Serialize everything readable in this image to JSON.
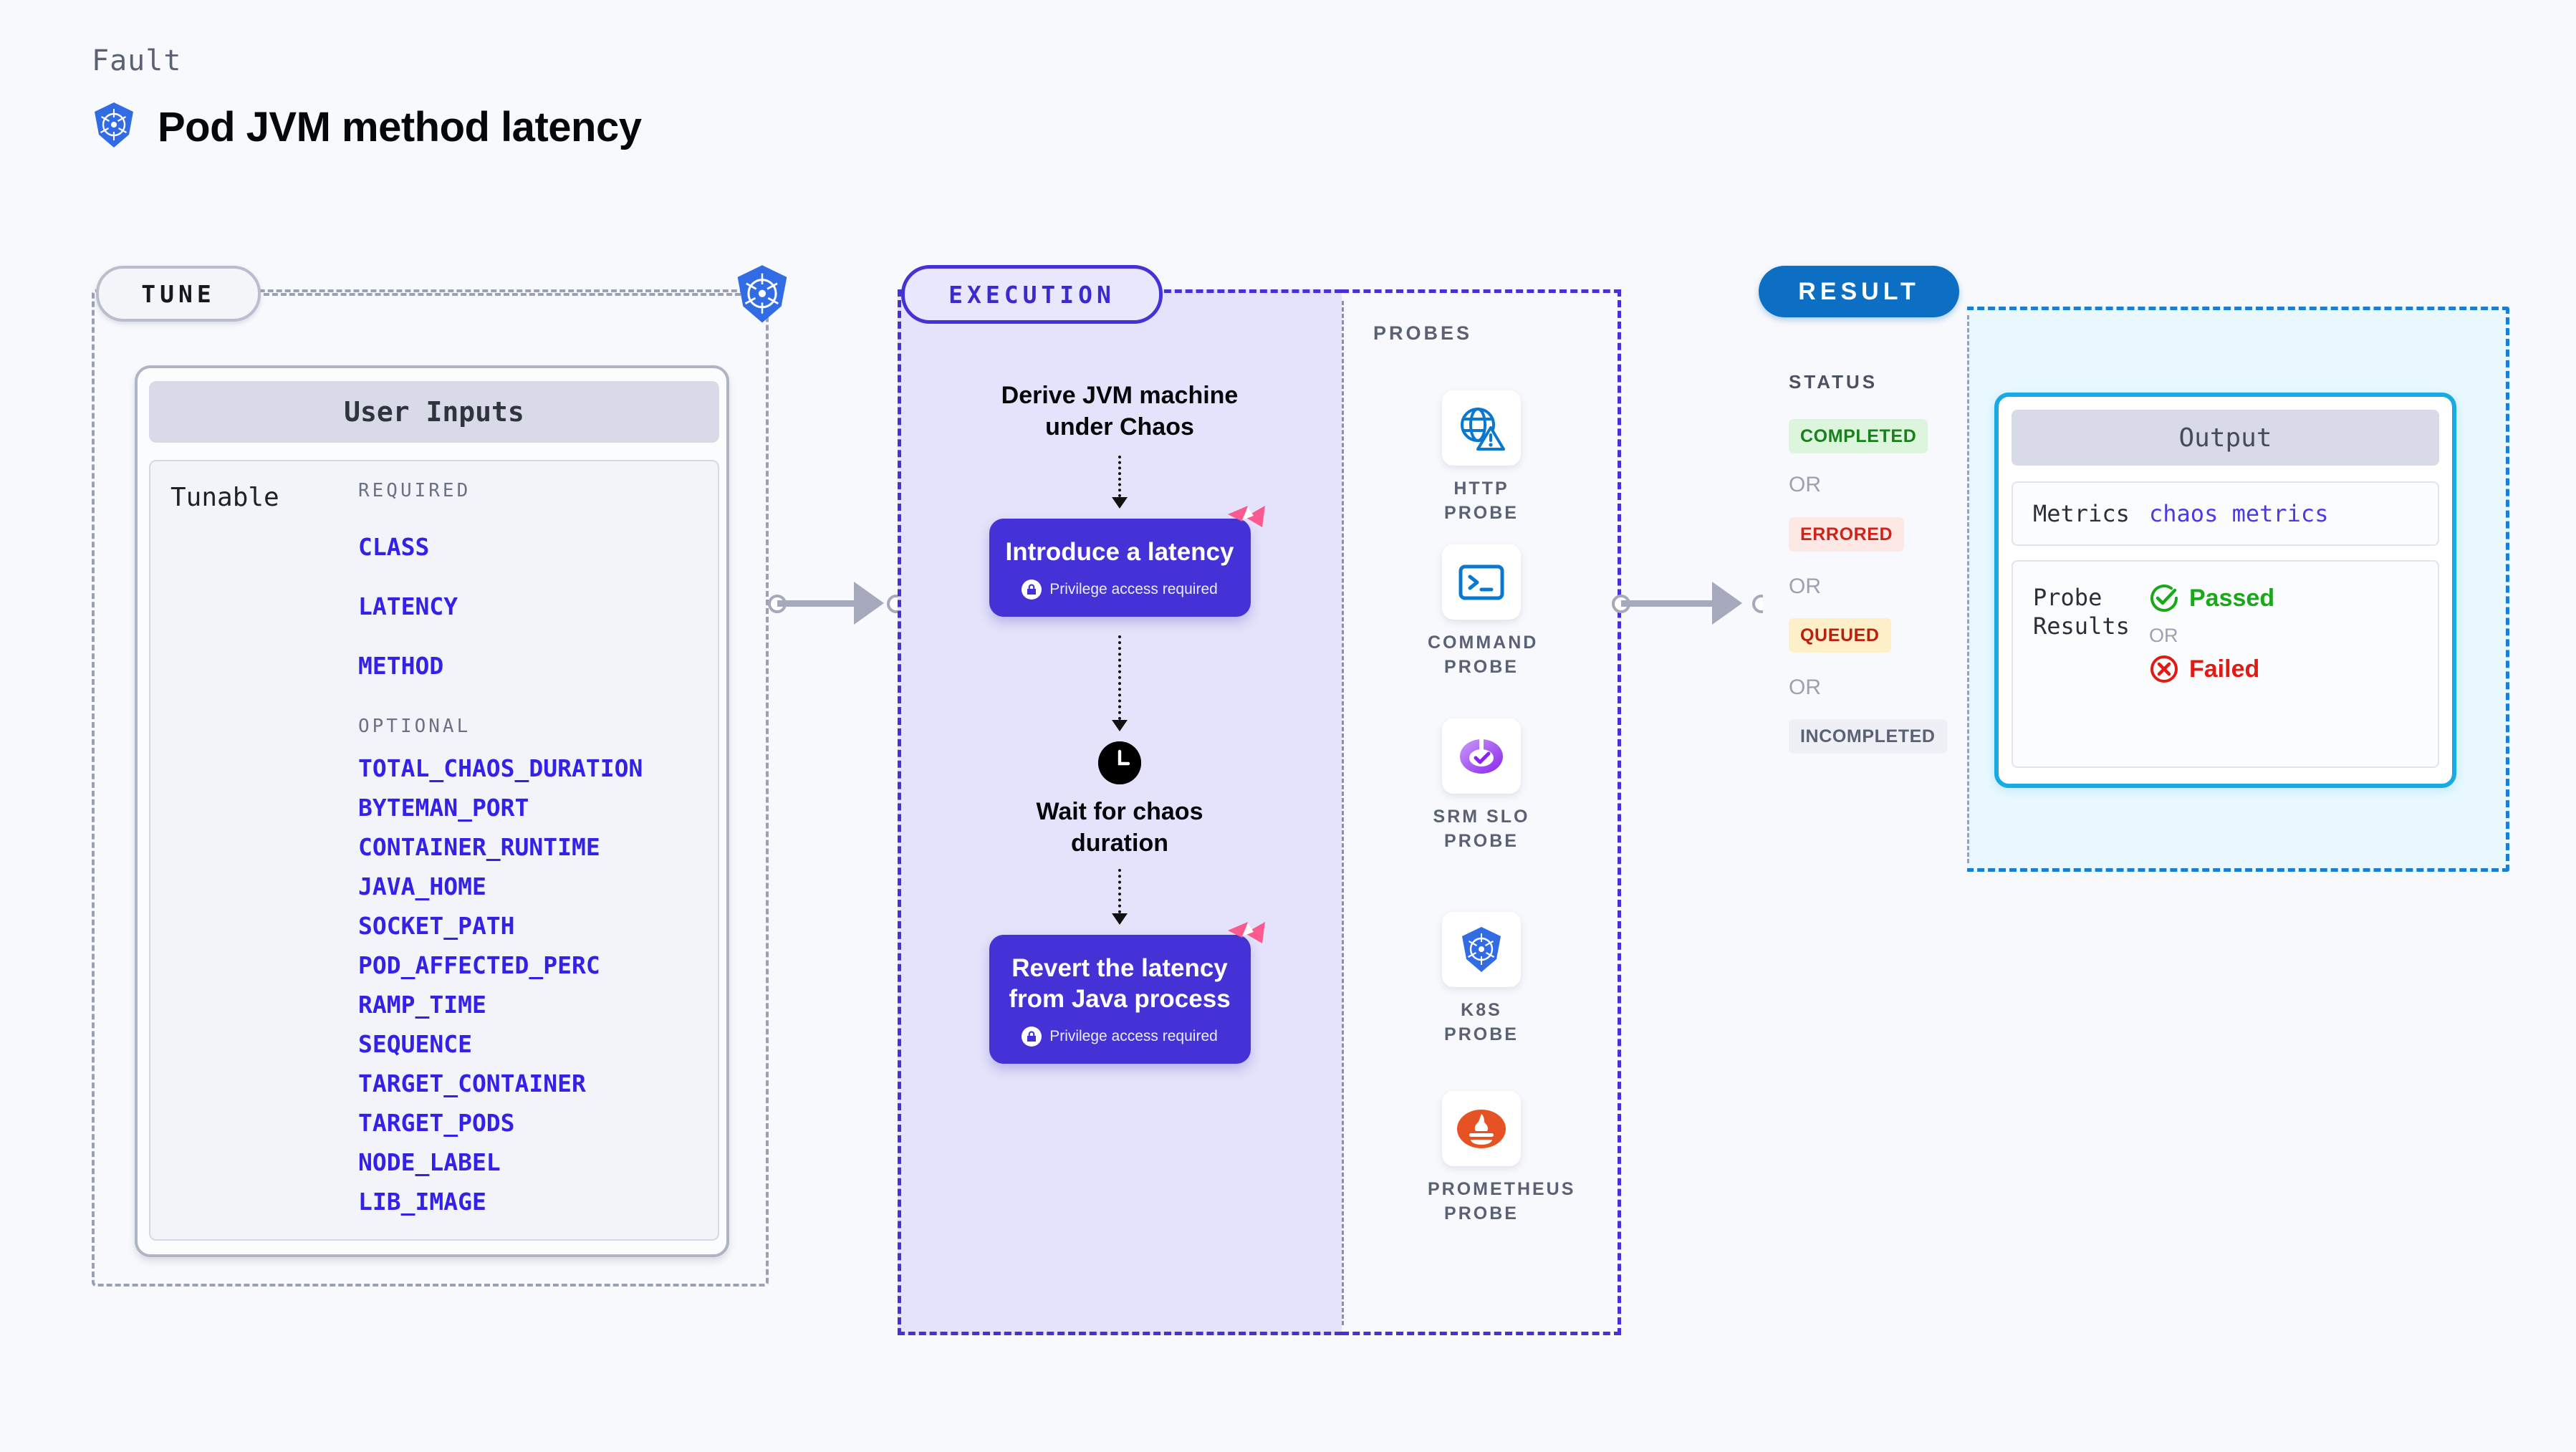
{
  "header": {
    "eyebrow": "Fault",
    "title": "Pod JVM method latency",
    "logo_icon": "kubernetes-icon"
  },
  "tune": {
    "badge": "TUNE",
    "corner_icon": "kubernetes-icon",
    "card_title": "User Inputs",
    "tunable_label": "Tunable",
    "required_label": "REQUIRED",
    "optional_label": "OPTIONAL",
    "required": [
      "CLASS",
      "LATENCY",
      "METHOD"
    ],
    "optional": [
      "TOTAL_CHAOS_DURATION",
      "BYTEMAN_PORT",
      "CONTAINER_RUNTIME",
      "JAVA_HOME",
      "SOCKET_PATH",
      "POD_AFFECTED_PERC",
      "RAMP_TIME",
      "SEQUENCE",
      "TARGET_CONTAINER",
      "TARGET_PODS",
      "NODE_LABEL",
      "LIB_IMAGE"
    ]
  },
  "execution": {
    "badge": "EXECUTION",
    "step_derive": "Derive JVM machine\nunder Chaos",
    "card_introduce": {
      "title": "Introduce a latency",
      "privilege": "Privilege access required",
      "lock_icon": "lock-icon",
      "corner_icon": "litmus-icon"
    },
    "wait_label": "Wait for chaos\nduration",
    "clock_icon": "clock-icon",
    "card_revert": {
      "title": "Revert the latency\nfrom Java process",
      "privilege": "Privilege access required",
      "lock_icon": "lock-icon",
      "corner_icon": "litmus-icon"
    }
  },
  "probes": {
    "title": "PROBES",
    "items": [
      {
        "label": "HTTP PROBE",
        "icon": "globe-warning-icon"
      },
      {
        "label": "COMMAND\nPROBE",
        "icon": "terminal-icon"
      },
      {
        "label": "SRM SLO\nPROBE",
        "icon": "slo-gauge-icon"
      },
      {
        "label": "K8S PROBE",
        "icon": "kubernetes-icon"
      },
      {
        "label": "PROMETHEUS\nPROBE",
        "icon": "prometheus-icon"
      }
    ]
  },
  "result": {
    "badge": "RESULT",
    "status_label": "STATUS",
    "or_label": "OR",
    "statuses": [
      {
        "text": "COMPLETED",
        "bg": "#ddf5dd",
        "fg": "#18801c"
      },
      {
        "text": "ERRORED",
        "bg": "#fde8e6",
        "fg": "#cf2318"
      },
      {
        "text": "QUEUED",
        "bg": "#fdf0c8",
        "fg": "#b9200e"
      },
      {
        "text": "INCOMPLETED",
        "bg": "#eef0f5",
        "fg": "#5b6175"
      }
    ],
    "output": {
      "title": "Output",
      "metrics_key": "Metrics",
      "metrics_value": "chaos metrics",
      "probe_key": "Probe\nResults",
      "passed": "Passed",
      "failed": "Failed",
      "or_label": "OR",
      "passed_icon": "check-circle-icon",
      "failed_icon": "x-circle-icon"
    }
  },
  "colors": {
    "chaos_purple": "#4432d6",
    "result_blue": "#0d6fc4",
    "output_cyan": "#17aae4",
    "param_blue": "#3421e8",
    "litmus_pink": "#fb5a8e"
  }
}
